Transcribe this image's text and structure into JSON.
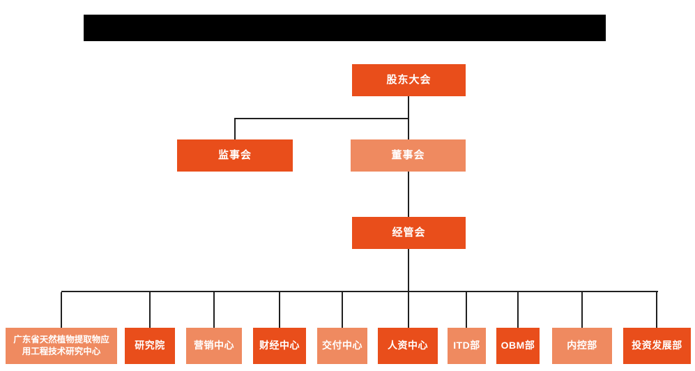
{
  "colors": {
    "primary": "#E94E1B",
    "secondary": "#EF8A60",
    "connector": "#1F1F1F",
    "redaction": "#000000",
    "label_text": "#FFFFFF"
  },
  "title_bar": {
    "text": "",
    "note": "solid black redacted bar, no visible text"
  },
  "org": {
    "root": {
      "label": "股东大会",
      "variant": "primary"
    },
    "row2": [
      {
        "label": "监事会",
        "variant": "primary"
      },
      {
        "label": "董事会",
        "variant": "secondary"
      }
    ],
    "row3": {
      "label": "经管会",
      "variant": "primary"
    },
    "departments": [
      {
        "label": "广东省天然植物提取物应用工程技术研究中心",
        "variant": "secondary"
      },
      {
        "label": "研究院",
        "variant": "primary"
      },
      {
        "label": "营销中心",
        "variant": "secondary"
      },
      {
        "label": "财经中心",
        "variant": "primary"
      },
      {
        "label": "交付中心",
        "variant": "secondary"
      },
      {
        "label": "人资中心",
        "variant": "primary"
      },
      {
        "label": "ITD部",
        "variant": "secondary"
      },
      {
        "label": "OBM部",
        "variant": "primary"
      },
      {
        "label": "内控部",
        "variant": "secondary"
      },
      {
        "label": "投资发展部",
        "variant": "primary"
      }
    ]
  }
}
